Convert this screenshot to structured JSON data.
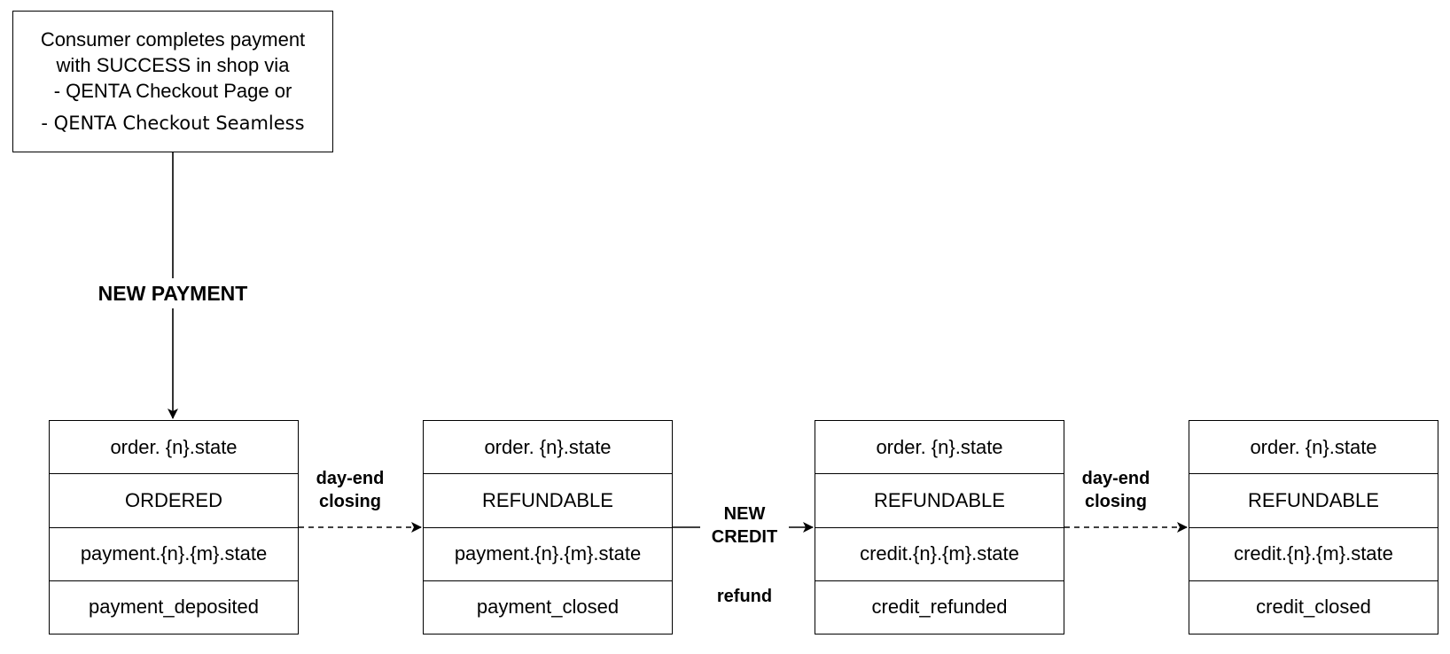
{
  "start_node": {
    "lines": [
      "Consumer completes payment",
      "with SUCCESS in shop via",
      "- QENTA Checkout Page or"
    ],
    "seamless_line": "- QENTA Checkout Seamless"
  },
  "transitions": {
    "new_payment": "NEW PAYMENT",
    "day_end_closing_1": [
      "day-end",
      "closing"
    ],
    "new_credit": [
      "NEW",
      "CREDIT"
    ],
    "refund": "refund",
    "day_end_closing_2": [
      "day-end",
      "closing"
    ]
  },
  "state_tables": [
    {
      "order_key": "order. {n}.state",
      "order_state": "ORDERED",
      "item_key": "payment.{n}.{m}.state",
      "item_state": "payment_deposited"
    },
    {
      "order_key": "order. {n}.state",
      "order_state": "REFUNDABLE",
      "item_key": "payment.{n}.{m}.state",
      "item_state": "payment_closed"
    },
    {
      "order_key": "order. {n}.state",
      "order_state": "REFUNDABLE",
      "item_key": "credit.{n}.{m}.state",
      "item_state": "credit_refunded"
    },
    {
      "order_key": "order. {n}.state",
      "order_state": "REFUNDABLE",
      "item_key": "credit.{n}.{m}.state",
      "item_state": "credit_closed"
    }
  ]
}
